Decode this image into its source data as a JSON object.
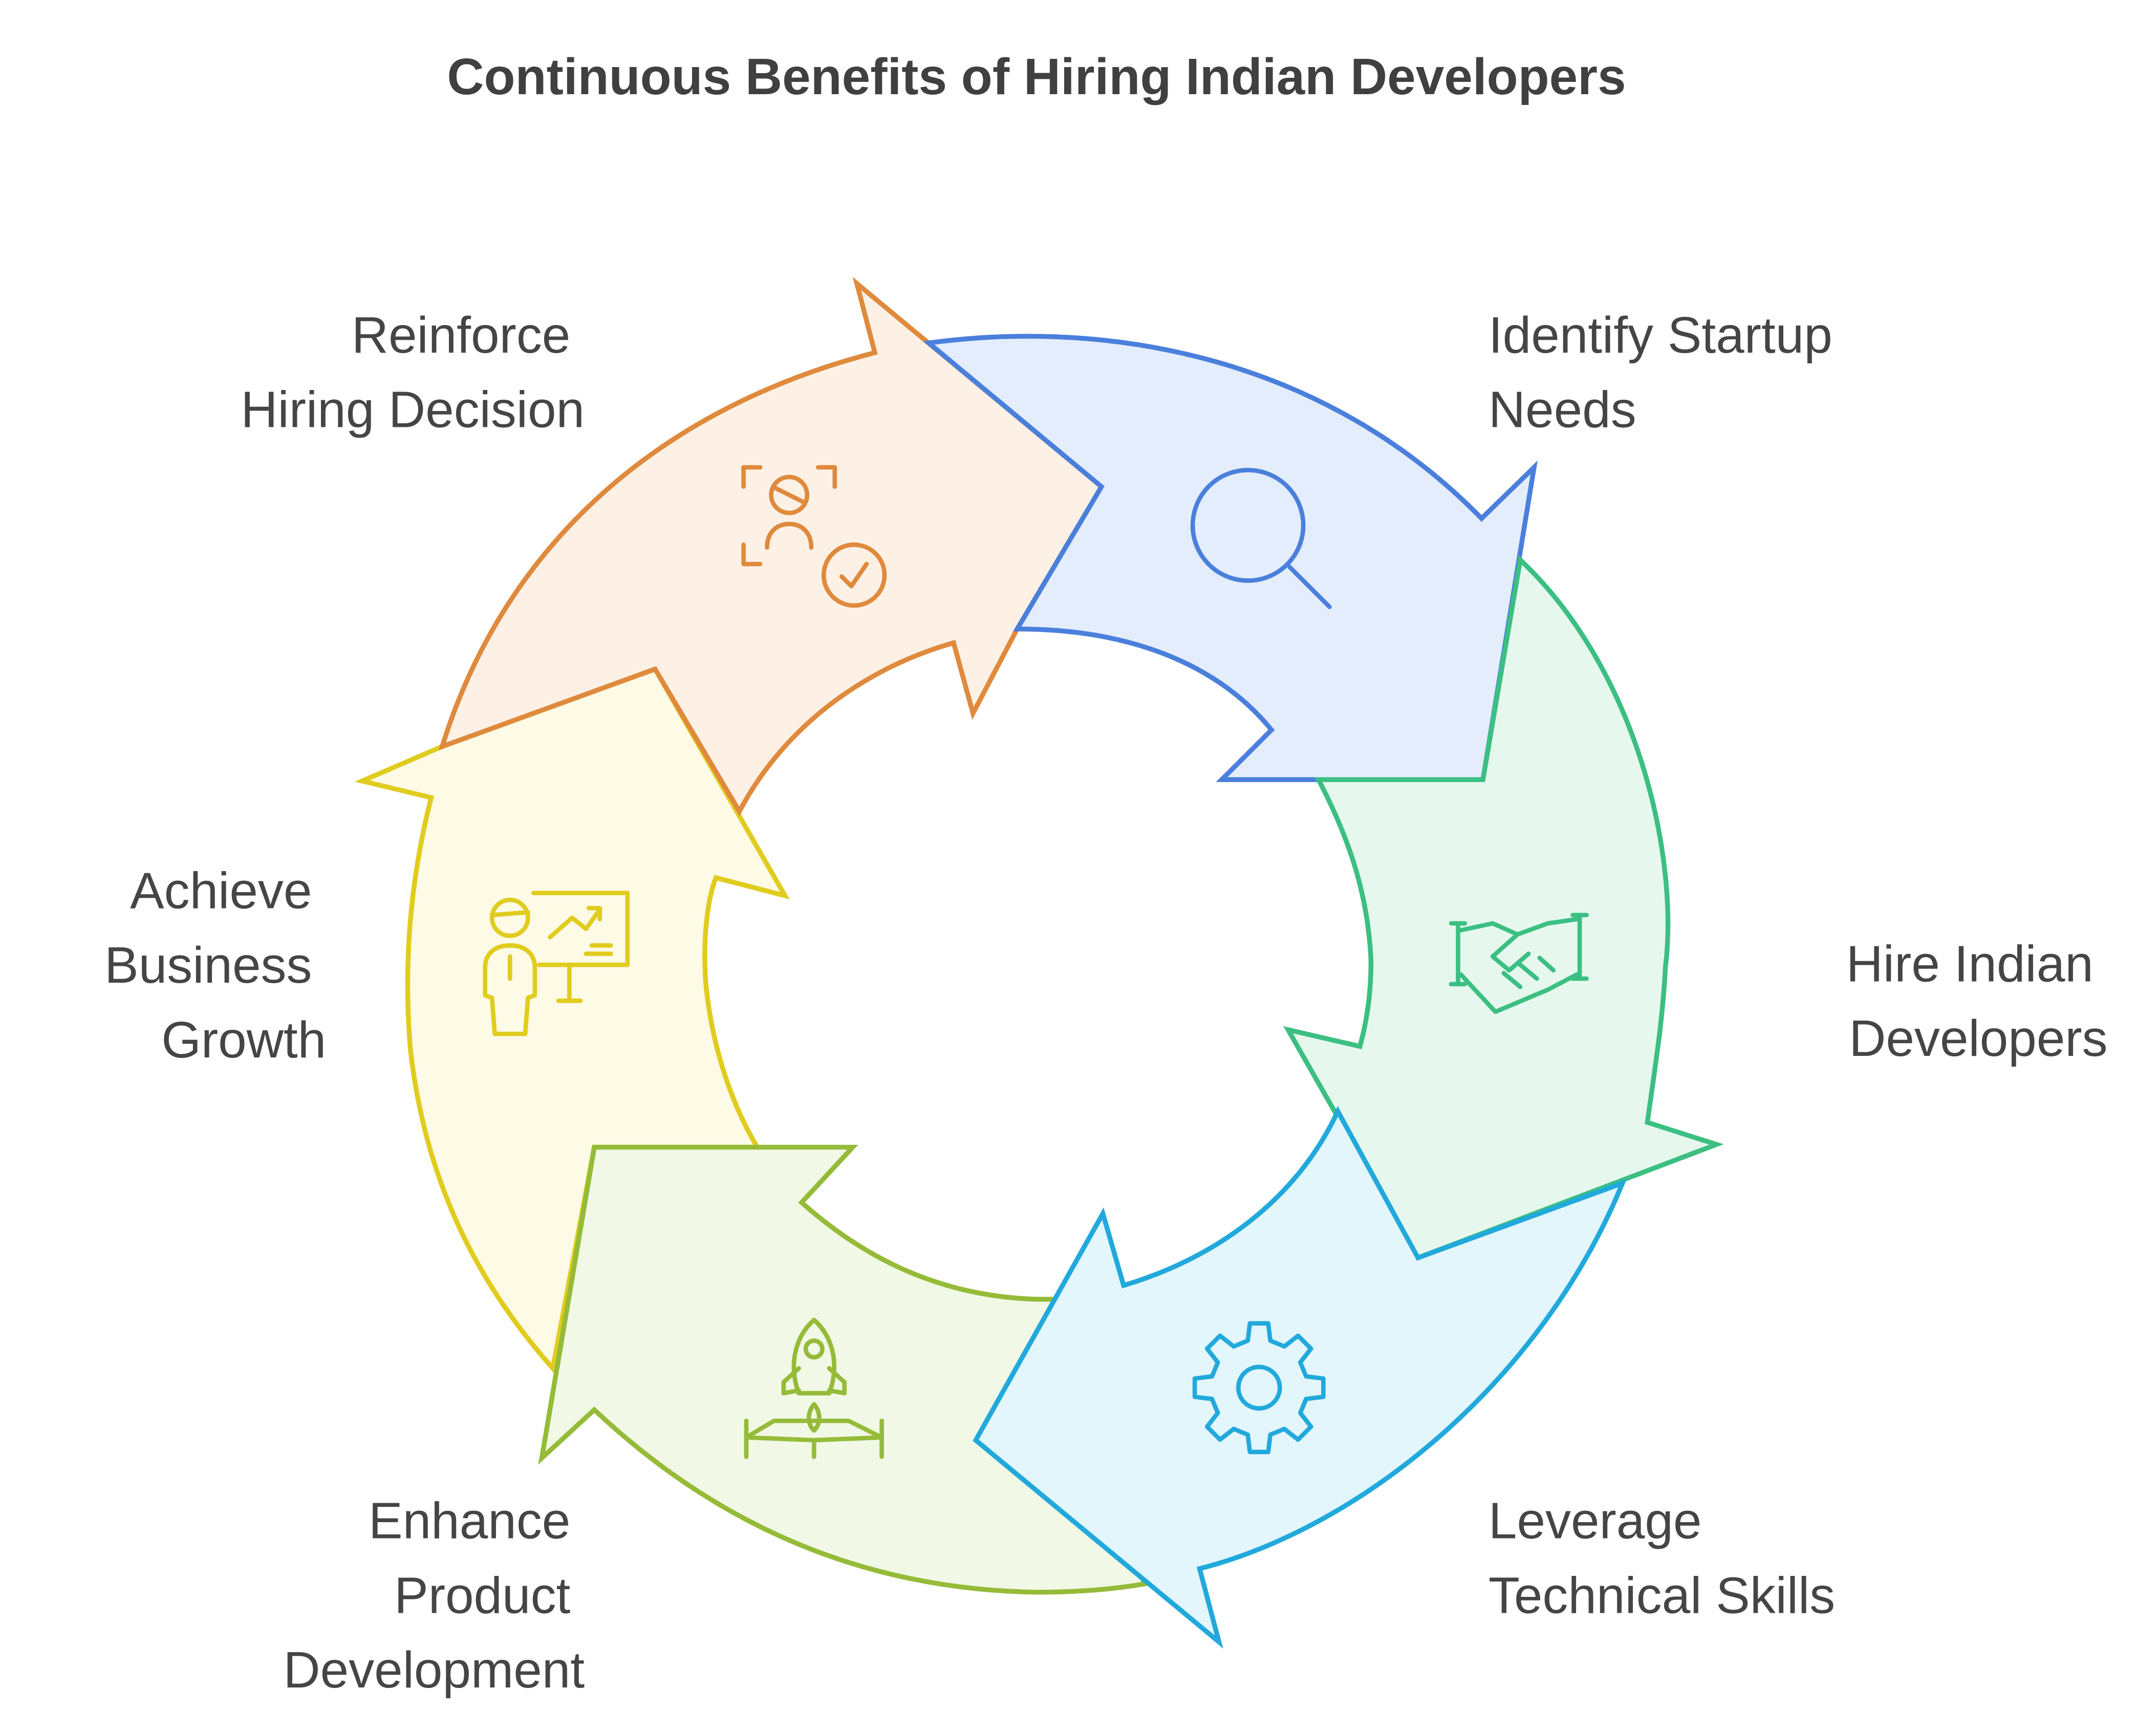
{
  "title": "Continuous Benefits of Hiring Indian Developers",
  "cycle": [
    {
      "id": "identify",
      "lines": [
        "Identify Startup",
        "Needs"
      ],
      "icon": "magnifier-icon",
      "color": "#4a7fdc",
      "fill": "#e4edfc"
    },
    {
      "id": "hire",
      "lines": [
        "Hire Indian",
        "Developers"
      ],
      "icon": "handshake-icon",
      "color": "#3cbf82",
      "fill": "#e6f8ee"
    },
    {
      "id": "leverage",
      "lines": [
        "Leverage",
        "Technical Skills"
      ],
      "icon": "gear-icon",
      "color": "#22a9dc",
      "fill": "#e2f6fc"
    },
    {
      "id": "enhance",
      "lines": [
        "Enhance",
        "Product",
        "Development"
      ],
      "icon": "rocket-icon",
      "color": "#95bb38",
      "fill": "#f1f8e6"
    },
    {
      "id": "achieve",
      "lines": [
        "Achieve",
        "Business",
        "Growth"
      ],
      "icon": "presentation-icon",
      "color": "#e0cc1e",
      "fill": "#fdfae5"
    },
    {
      "id": "reinforce",
      "lines": [
        "Reinforce",
        "Hiring Decision"
      ],
      "icon": "user-check-icon",
      "color": "#df8a3c",
      "fill": "#fdf1e6"
    }
  ]
}
